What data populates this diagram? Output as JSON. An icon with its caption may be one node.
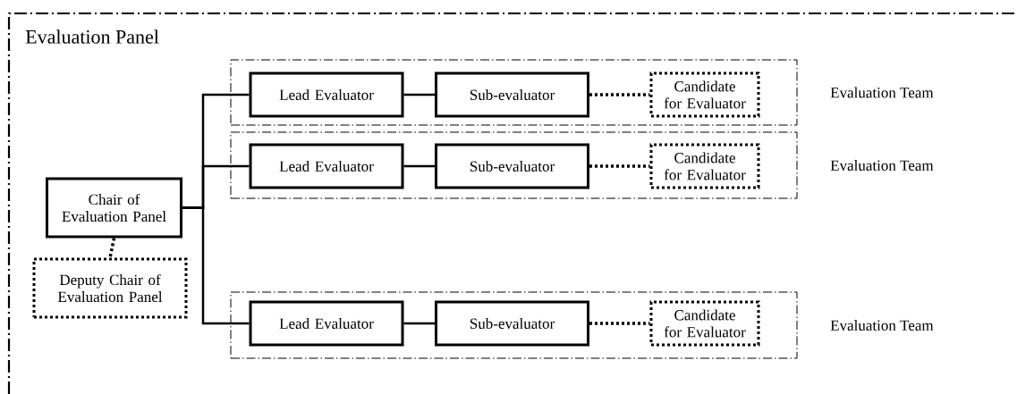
{
  "diagram": {
    "nodes": [
      {
        "text": [
          "Evaluation Panel"
        ]
      },
      {
        "text": [
          "Chair of Evaluation Panel"
        ],
        "in": 0
      },
      {
        "text": [
          "Deputy Chair of Evaluation Panel"
        ],
        "in": 0
      },
      {
        "text": [
          "Evaluation Team"
        ],
        "in": 0
      },
      {
        "text": [
          "Lead Evaluator"
        ],
        "in": 3
      },
      {
        "text": [
          "Sub-evaluator"
        ],
        "in": 3
      },
      {
        "text": [
          "Candidate for Evaluator"
        ],
        "in": 3
      },
      {
        "text": [
          "Evaluation Team"
        ],
        "in": 0
      },
      {
        "text": [
          "Lead Evaluator"
        ],
        "in": 7
      },
      {
        "text": [
          "Sub-evaluator"
        ],
        "in": 7
      },
      {
        "text": [
          "Candidate for Evaluator"
        ],
        "in": 7
      },
      {
        "text": [
          "Evaluation Team"
        ],
        "in": 0
      },
      {
        "text": [
          "Lead Evaluator"
        ],
        "in": 11
      },
      {
        "text": [
          "Sub-evaluator"
        ],
        "in": 11
      },
      {
        "text": [
          "Candidate for Evaluator"
        ],
        "in": 11
      }
    ],
    "edges": [
      {
        "from": 1,
        "to": 2,
        "arrow": "none",
        "style": "dashed"
      },
      {
        "from": 1,
        "to": 4,
        "arrow": "none"
      },
      {
        "from": 1,
        "to": 8,
        "arrow": "none"
      },
      {
        "from": 1,
        "to": 12,
        "arrow": "none"
      },
      {
        "from": 4,
        "to": 5,
        "arrow": "none"
      },
      {
        "from": 5,
        "to": 6,
        "arrow": "none",
        "style": "dashed"
      },
      {
        "from": 8,
        "to": 9,
        "arrow": "none"
      },
      {
        "from": 9,
        "to": 10,
        "arrow": "none",
        "style": "dashed"
      },
      {
        "from": 12,
        "to": 13,
        "arrow": "none"
      },
      {
        "from": 13,
        "to": 14,
        "arrow": "none",
        "style": "dashed"
      }
    ]
  }
}
